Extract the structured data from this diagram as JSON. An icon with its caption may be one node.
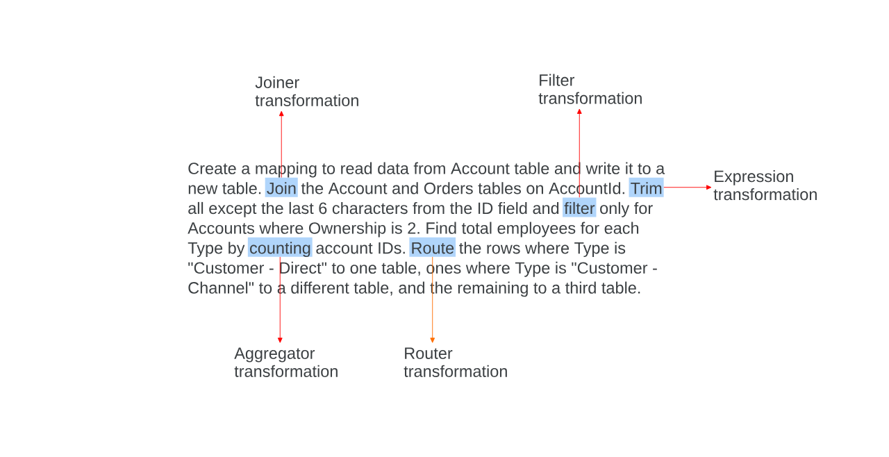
{
  "diagram": {
    "nodes": [
      {
        "text": [
          "Joiner transformation"
        ]
      },
      {
        "text": [
          "Filter transformation"
        ]
      },
      {
        "text": [
          "Create a mapping to read data from Account table and write it to a new table. Join the Account and Orders tables on AccountId. Trim all except the last 6 characters from the ID field and filter only for Accounts where Ownership is 2. Find total employees for each Type by counting account IDs. Route the rows where Type is \"Customer - Direct\" to one table, ones where Type is \"Customer - Channel\" to a different table, and the remaining to a third table."
        ]
      },
      {
        "text": [],
        "shape": "box",
        "in": 2
      },
      {
        "text": [],
        "shape": "box",
        "in": 2
      },
      {
        "text": [],
        "shape": "box",
        "in": 2
      },
      {
        "text": [],
        "shape": "box",
        "in": 2
      },
      {
        "text": [],
        "shape": "box",
        "in": 2
      },
      {
        "text": [
          "Expression transformation"
        ]
      },
      {
        "text": [
          "Aggregator transformation"
        ]
      },
      {
        "text": [
          "Router transformation"
        ]
      }
    ],
    "edges": [
      {
        "from": 3,
        "to": 0,
        "arrow": "to"
      },
      {
        "from": 5,
        "to": 1,
        "arrow": "to"
      },
      {
        "from": 4,
        "to": 8,
        "arrow": "to"
      },
      {
        "from": 6,
        "to": 9,
        "arrow": "to"
      },
      {
        "from": 7,
        "to": 10,
        "arrow": "to",
        "color": "#ff6d01"
      }
    ]
  }
}
